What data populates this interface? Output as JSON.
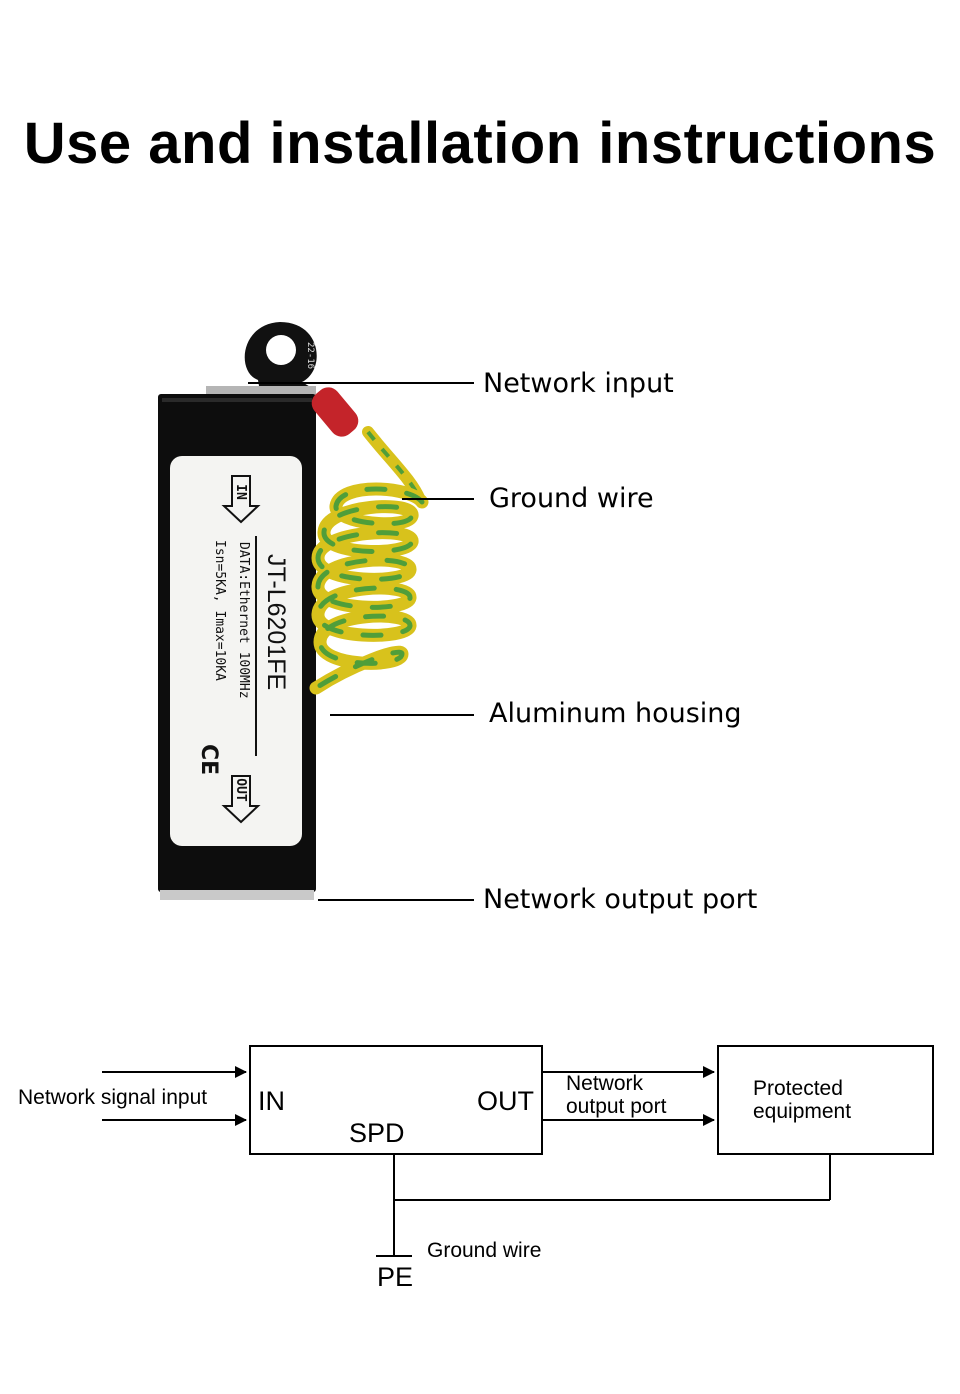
{
  "title": "Use and installation instructions",
  "product": {
    "model": "JT-L6201FE",
    "spec_line_1": "DATA:Ethernet 100MHz",
    "spec_line_2": "Isn=5KA,  Imax=10KA",
    "in_marker": "IN",
    "out_marker": "OUT",
    "ce_mark": "CE",
    "lug_marking": "22-16"
  },
  "callouts": {
    "network_input": "Network input",
    "ground_wire": "Ground wire",
    "aluminum_housing": "Aluminum housing",
    "network_output_port": "Network output port"
  },
  "diagram": {
    "network_signal_input": "Network signal input",
    "in_label": "IN",
    "out_label": "OUT",
    "spd_label": "SPD",
    "network_output_line1": "Network",
    "network_output_line2": "output port",
    "protected_line1": "Protected",
    "protected_line2": "equipment",
    "ground_wire": "Ground wire",
    "pe_label": "PE"
  },
  "colors": {
    "housing": "#0d0d0d",
    "label_panel": "#f4f4f2",
    "wire_yellow": "#d8c21c",
    "wire_green": "#4f9e3a",
    "terminal_red": "#c4242a",
    "port_metal": "#c9c9c9"
  }
}
